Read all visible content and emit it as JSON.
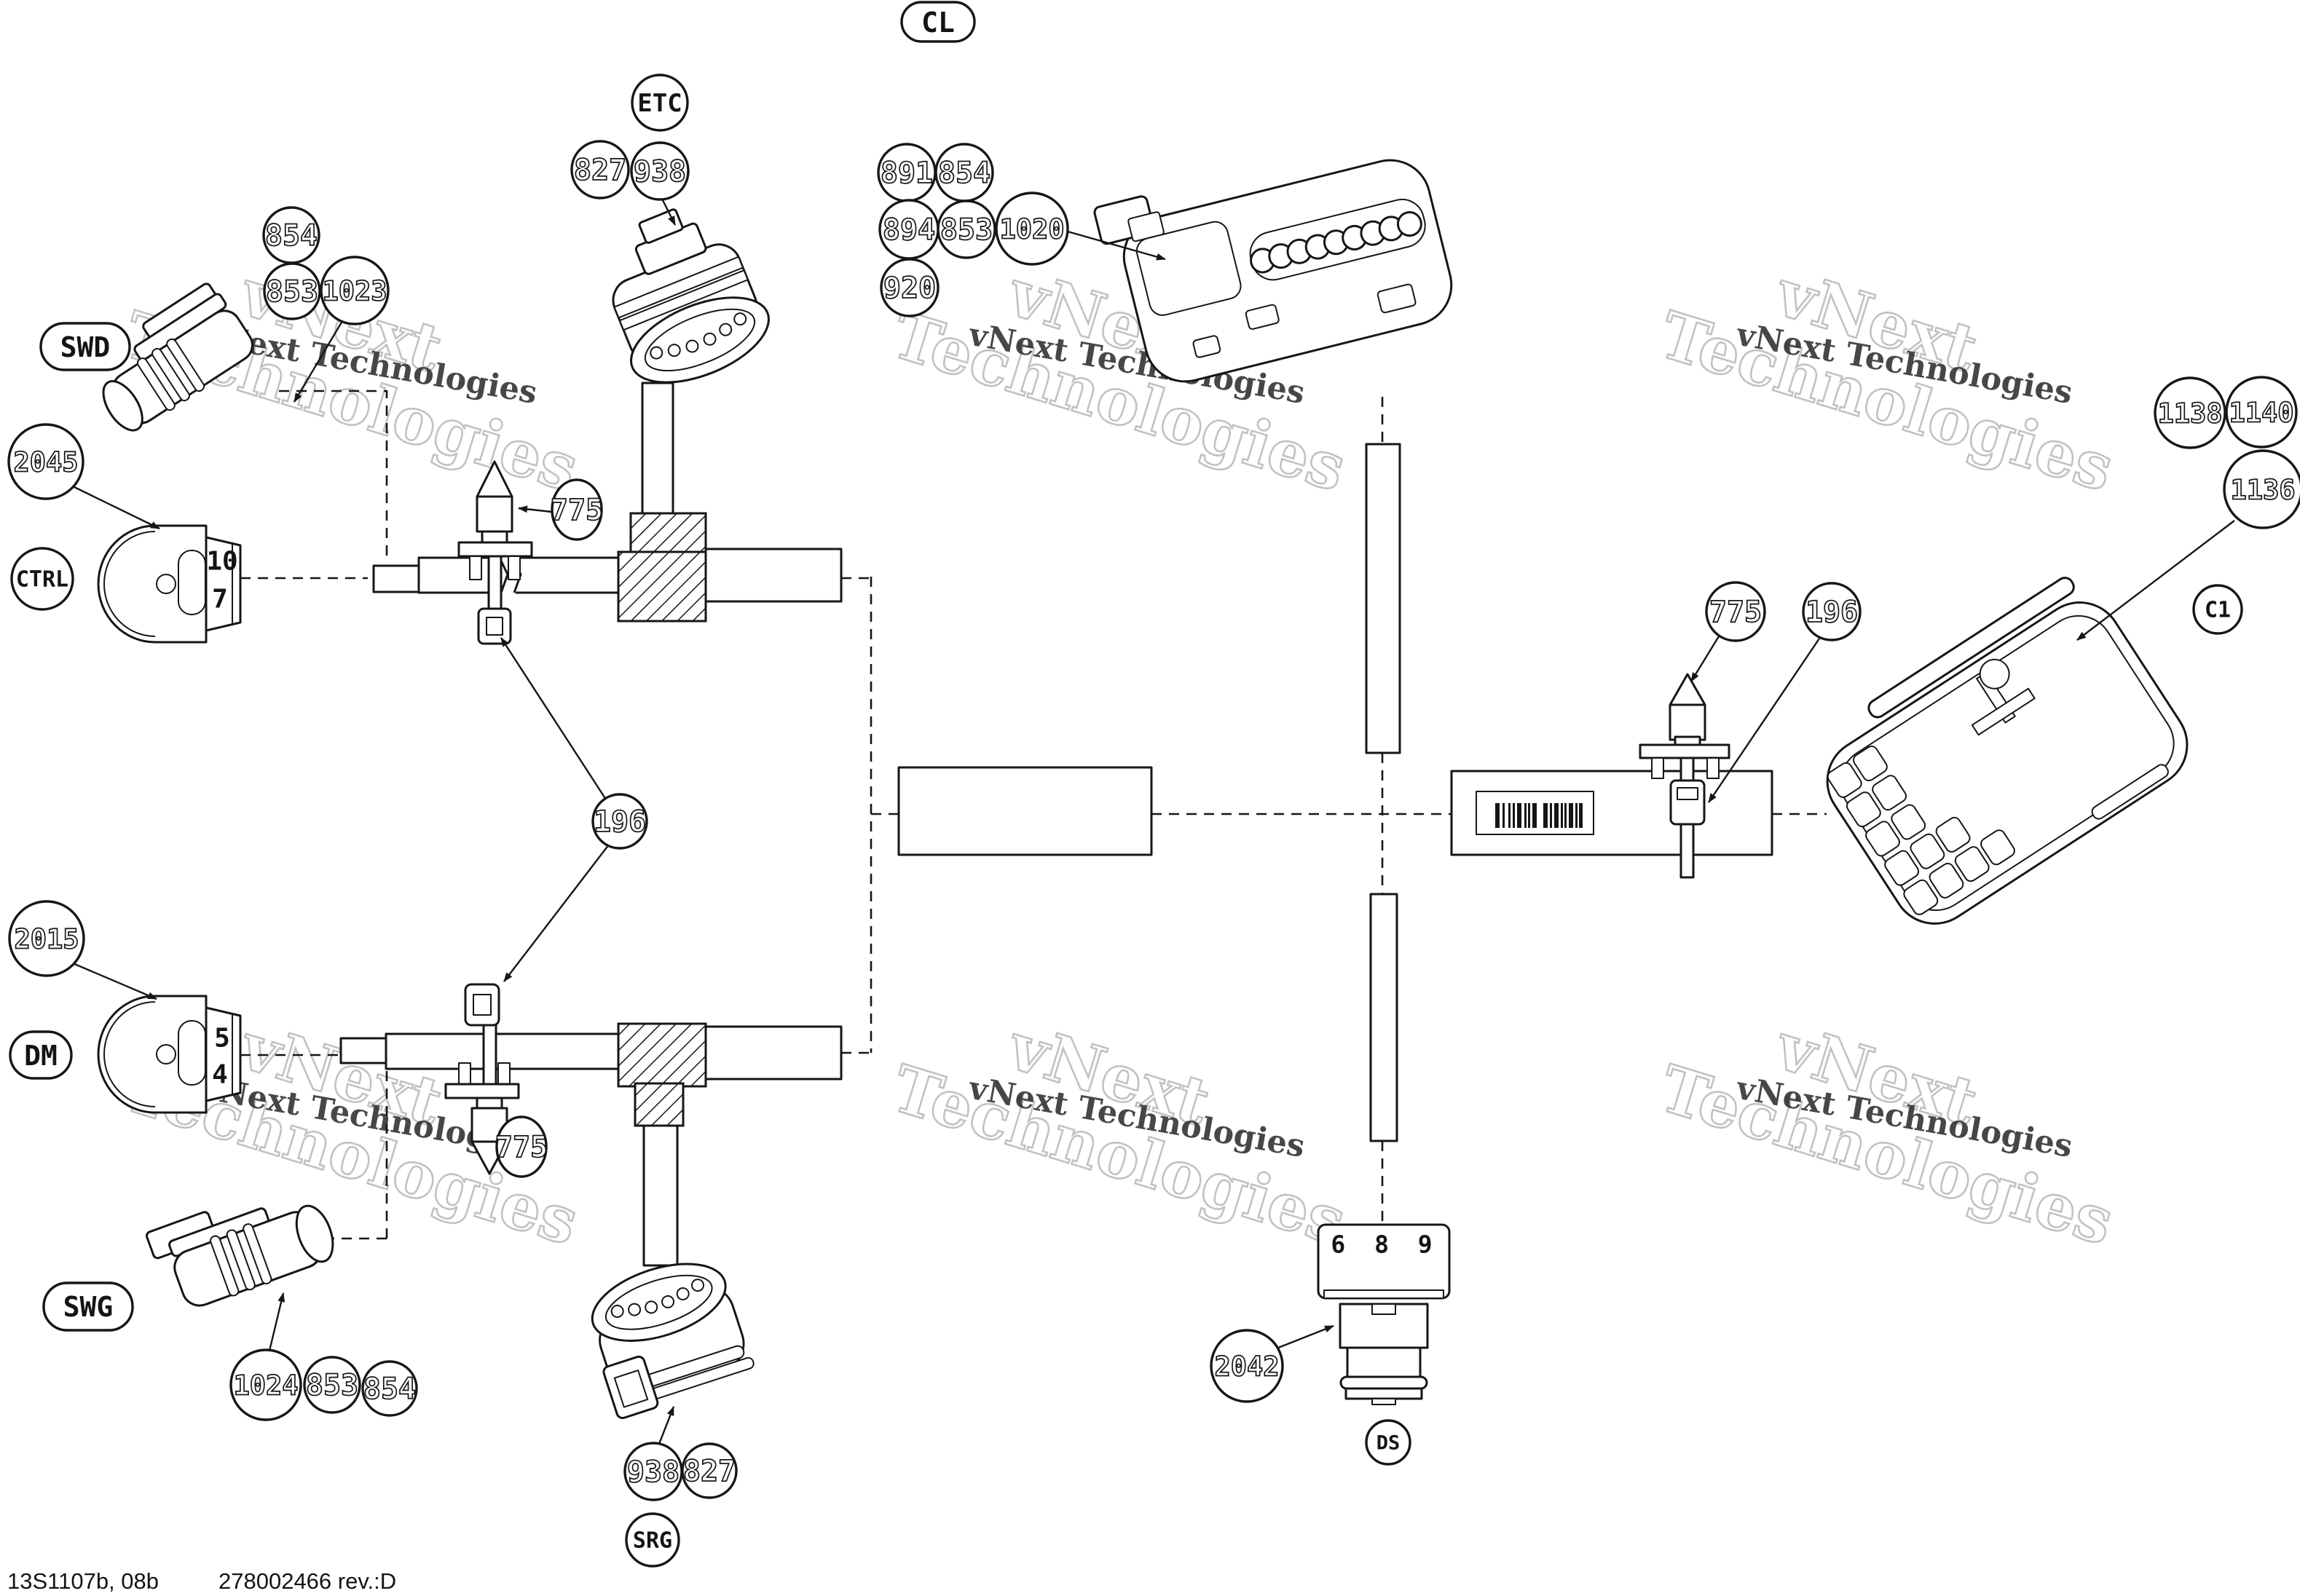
{
  "callouts": {
    "cl": "CL",
    "etc": "ETC",
    "swd": "SWD",
    "ctrl": "CTRL",
    "dm": "DM",
    "swg": "SWG",
    "srg": "SRG",
    "ds": "DS",
    "c1": "C1",
    "n827_top": "827",
    "n938_top": "938",
    "n854_left": "854",
    "n853_left": "853",
    "n1023": "1023",
    "n2045": "2045",
    "n2015": "2015",
    "n775_top": "775",
    "n775_bottom": "775",
    "n775_right": "775",
    "n196_left": "196",
    "n196_right": "196",
    "n1024": "1024",
    "n853_swg": "853",
    "n854_swg": "854",
    "n938_srg": "938",
    "n827_srg": "827",
    "n891": "891",
    "n854_cl": "854",
    "n894": "894",
    "n853_cl": "853",
    "n1020": "1020",
    "n920": "920",
    "n2042": "2042",
    "n1138": "1138",
    "n1140": "1140",
    "n1136": "1136"
  },
  "pins": {
    "ctrl_top": "10",
    "ctrl_bottom": "7",
    "dm_top": "5",
    "dm_bottom": "4",
    "ds": "6 8 9"
  },
  "watermark": {
    "word1": "vNext",
    "word2": "Technologies",
    "full": "vNext Technologies"
  },
  "footer": {
    "left": "13S1107b, 08b",
    "right": "278002466 rev.:D"
  }
}
